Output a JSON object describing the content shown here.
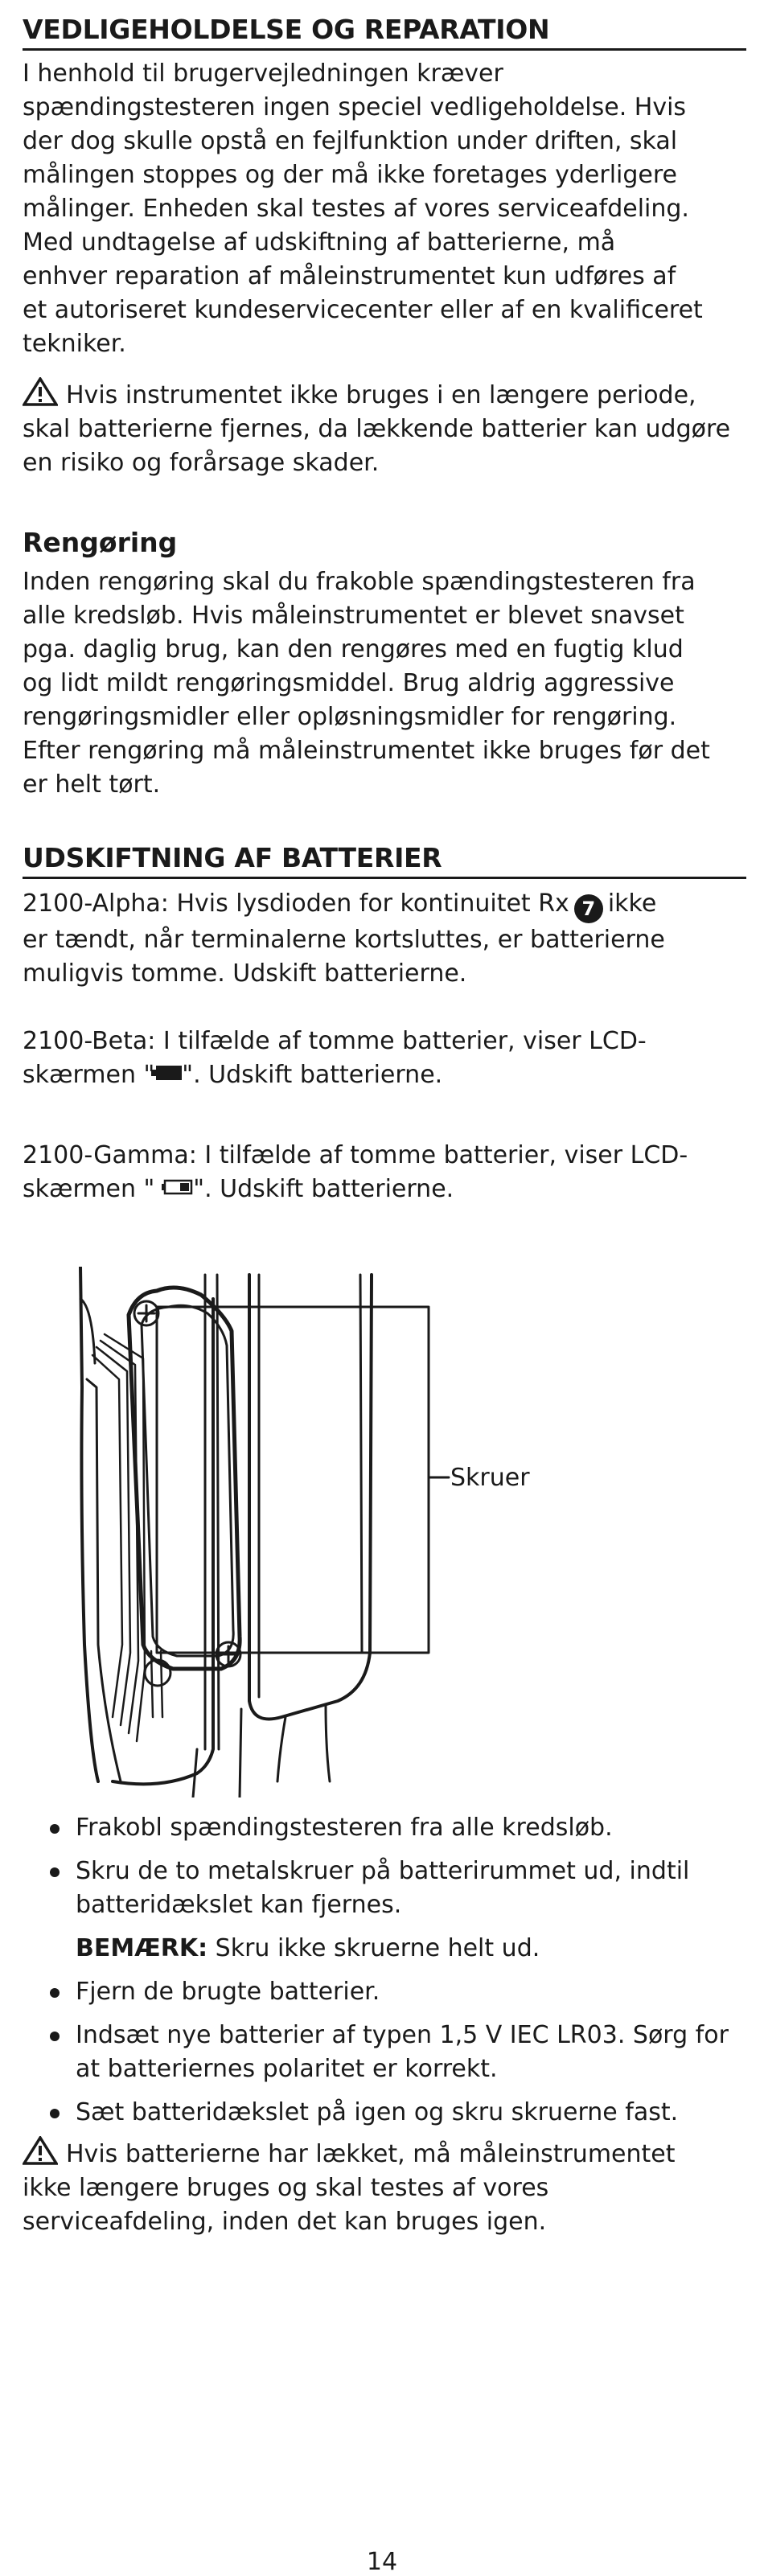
{
  "section1": {
    "heading": "VEDLIGEHOLDELSE OG REPARATION",
    "lines": [
      "I henhold til brugervejledningen kræver",
      "spændingstesteren ingen speciel vedligeholdelse. Hvis",
      "der dog skulle opstå en fejlfunktion under driften, skal",
      "målingen stoppes og der må ikke foretages yderligere",
      "målinger. Enheden skal testes af vores serviceafdeling.",
      "Med undtagelse af udskiftning af batterierne, må",
      "enhver reparation af måleinstrumentet kun udføres af",
      "et autoriseret kundeservicecenter eller af en kvalificeret",
      "tekniker."
    ],
    "warning_lines": [
      "Hvis instrumentet ikke bruges i en længere periode,",
      "skal batterierne fjernes, da lækkende batterier kan udgøre",
      "en risiko og forårsage skader."
    ]
  },
  "cleaning": {
    "heading": "Rengøring",
    "lines": [
      "Inden rengøring skal du frakoble spændingstesteren fra",
      "alle kredsløb. Hvis måleinstrumentet er blevet snavset",
      "pga. daglig brug, kan den rengøres med en fugtig klud",
      "og lidt mildt rengøringsmiddel. Brug aldrig aggressive",
      "rengøringsmidler eller opløsningsmidler for rengøring.",
      "Efter rengøring må måleinstrumentet ikke bruges før det",
      "er helt tørt."
    ]
  },
  "battery": {
    "heading": "UDSKIFTNING AF BATTERIER",
    "alpha": {
      "line1_pre": "2100-Alpha: Hvis lysdioden for kontinuitet Rx",
      "marker": "7",
      "line1_post": "ikke",
      "line2": "er tændt, når terminalerne kortsluttes, er batterierne",
      "line3": "muligvis tomme. Udskift batterierne."
    },
    "beta": {
      "line1": "2100-Beta: I tilfælde af tomme batterier, viser LCD-",
      "line2_pre": "skærmen \"",
      "line2_post": "\". Udskift batterierne."
    },
    "gamma": {
      "line1": "2100-Gamma: I tilfælde af tomme batterier, viser LCD-",
      "line2_pre": "skærmen \"",
      "line2_post": "\". Udskift batterierne."
    },
    "figure_label": "Skruer",
    "steps": [
      "Frakobl spændingstesteren fra alle kredsløb.",
      "Skru de to metalskruer på batterirummet ud, indtil batteridækslet kan fjernes.",
      "Fjern de brugte batterier.",
      "Indsæt nye batterier af typen 1,5 V IEC LR03. Sørg for at batteriernes polaritet er korrekt.",
      "Sæt batteridækslet på igen og skru skruerne fast."
    ],
    "step2_wrap": [
      "Skru de to metalskruer på batterirummet ud, indtil",
      "batteridækslet kan fjernes."
    ],
    "step4_wrap": [
      "Indsæt nye batterier af typen 1,5 V IEC LR03. Sørg for",
      "at batteriernes polaritet er korrekt."
    ],
    "note_label": "BEMÆRK:",
    "note_text": "Skru ikke skruerne helt ud.",
    "warning_lines": [
      "Hvis batterierne har lækket, må måleinstrumentet",
      "ikke længere bruges og skal testes af vores",
      "serviceafdeling, inden det kan bruges igen."
    ]
  },
  "page_number": "14"
}
